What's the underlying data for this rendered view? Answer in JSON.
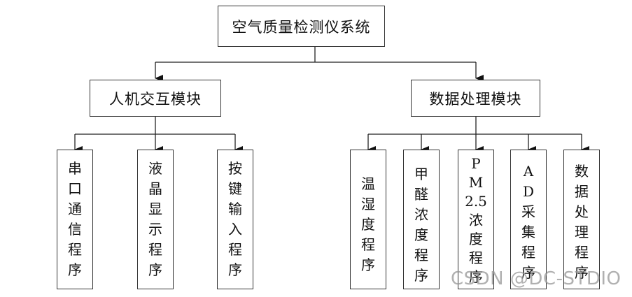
{
  "root": {
    "label": "空气质量检测仪系统"
  },
  "modules": [
    {
      "label": "人机交互模块",
      "children": [
        {
          "chars": [
            "串",
            "口",
            "通",
            "信",
            "程",
            "序"
          ]
        },
        {
          "chars": [
            "液",
            "晶",
            "显",
            "示",
            "程",
            "序"
          ]
        },
        {
          "chars": [
            "按",
            "键",
            "输",
            "入",
            "程",
            "序"
          ]
        }
      ]
    },
    {
      "label": "数据处理模块",
      "children": [
        {
          "chars": [
            "温",
            "湿",
            "度",
            "程",
            "序"
          ]
        },
        {
          "chars": [
            "甲",
            "醛",
            "浓",
            "度",
            "程",
            "序"
          ]
        },
        {
          "chars": [
            "P",
            "M",
            "2.5",
            "浓",
            "度",
            "程",
            "序"
          ]
        },
        {
          "chars": [
            "A",
            "D",
            "采",
            "集",
            "程",
            "序"
          ]
        },
        {
          "chars": [
            "数",
            "据",
            "处",
            "理",
            "程",
            "序"
          ]
        }
      ]
    }
  ],
  "watermark": "CSDN @DC-STDIO"
}
